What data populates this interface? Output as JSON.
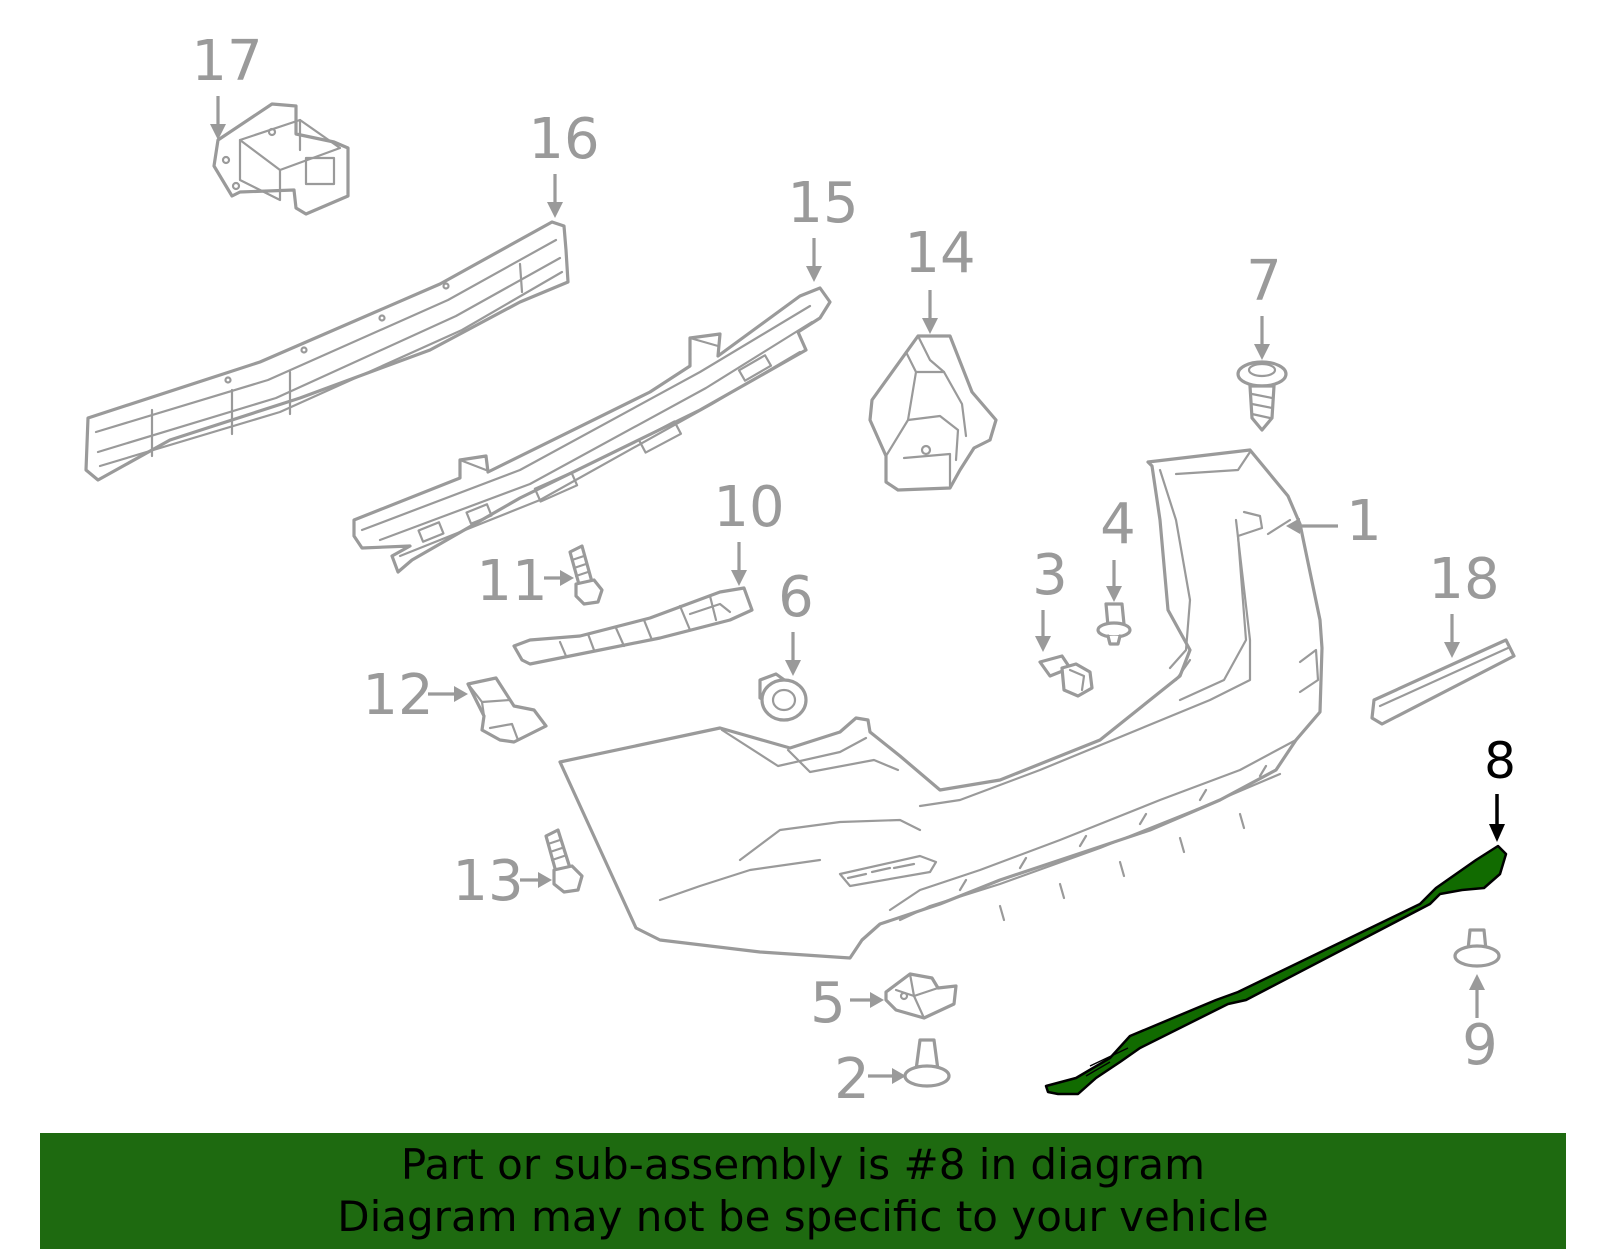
{
  "diagram": {
    "callouts": [
      "1",
      "2",
      "3",
      "4",
      "5",
      "6",
      "7",
      "8",
      "9",
      "10",
      "11",
      "12",
      "13",
      "14",
      "15",
      "16",
      "17",
      "18"
    ],
    "highlighted_part": "8",
    "colors": {
      "highlight_part": "#116b00",
      "banner_background": "#1e6a10",
      "line_art": "#9a9a9a"
    }
  },
  "banner": {
    "line1": "Part or sub-assembly is #8 in diagram",
    "line2": "Diagram may not be specific to your vehicle"
  }
}
